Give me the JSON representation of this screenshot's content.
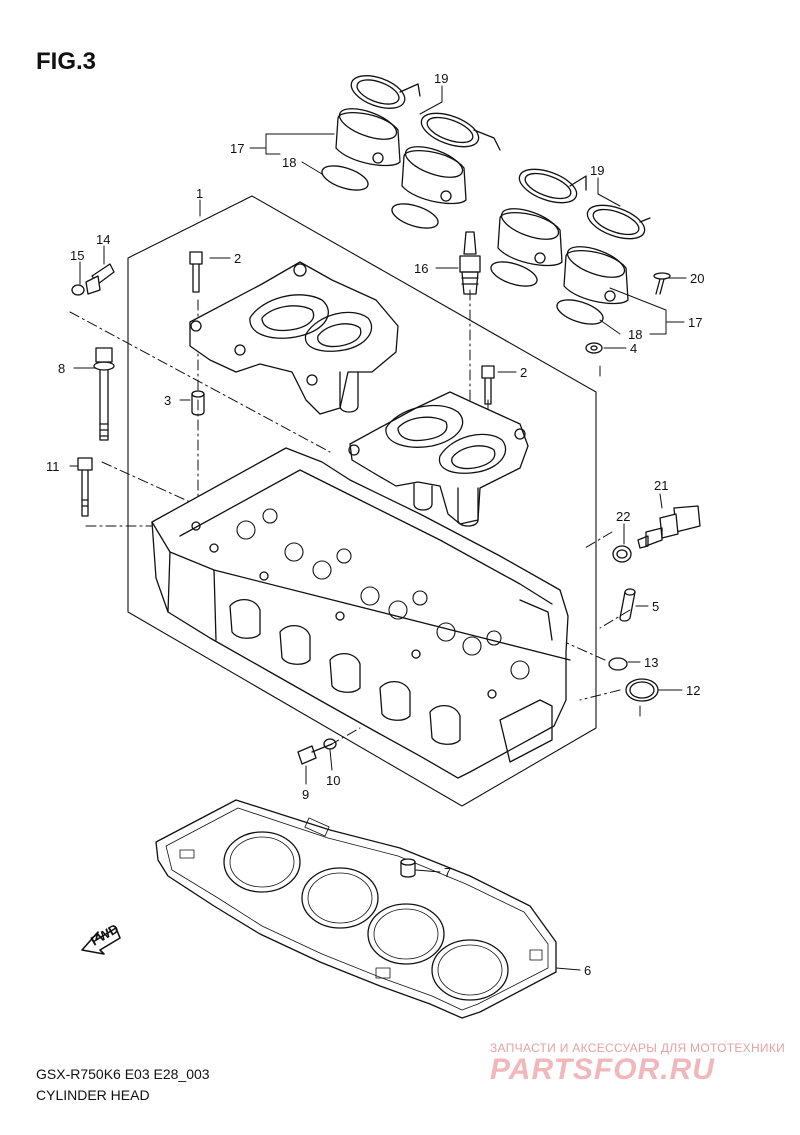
{
  "figure": {
    "label": "FIG.3",
    "model_code": "GSX-R750K6 E03 E28_003",
    "section_name": "CYLINDER HEAD"
  },
  "watermark": {
    "tagline": "ЗАПЧАСТИ И АКСЕССУАРЫ ДЛЯ МОТОТЕХНИКИ",
    "brand": "PARTSFOR.RU"
  },
  "fwd_arrow": {
    "text": "FWD"
  },
  "callouts": [
    {
      "id": "1",
      "text": "1"
    },
    {
      "id": "2a",
      "text": "2"
    },
    {
      "id": "2b",
      "text": "2"
    },
    {
      "id": "3",
      "text": "3"
    },
    {
      "id": "4",
      "text": "4"
    },
    {
      "id": "5",
      "text": "5"
    },
    {
      "id": "6",
      "text": "6"
    },
    {
      "id": "7",
      "text": "7"
    },
    {
      "id": "8",
      "text": "8"
    },
    {
      "id": "9",
      "text": "9"
    },
    {
      "id": "10",
      "text": "10"
    },
    {
      "id": "11",
      "text": "11"
    },
    {
      "id": "12",
      "text": "12"
    },
    {
      "id": "13",
      "text": "13"
    },
    {
      "id": "14",
      "text": "14"
    },
    {
      "id": "15",
      "text": "15"
    },
    {
      "id": "16",
      "text": "16"
    },
    {
      "id": "17a",
      "text": "17"
    },
    {
      "id": "17b",
      "text": "17"
    },
    {
      "id": "18a",
      "text": "18"
    },
    {
      "id": "18b",
      "text": "18"
    },
    {
      "id": "19a",
      "text": "19"
    },
    {
      "id": "19b",
      "text": "19"
    },
    {
      "id": "20",
      "text": "20"
    },
    {
      "id": "21",
      "text": "21"
    },
    {
      "id": "22",
      "text": "22"
    }
  ]
}
